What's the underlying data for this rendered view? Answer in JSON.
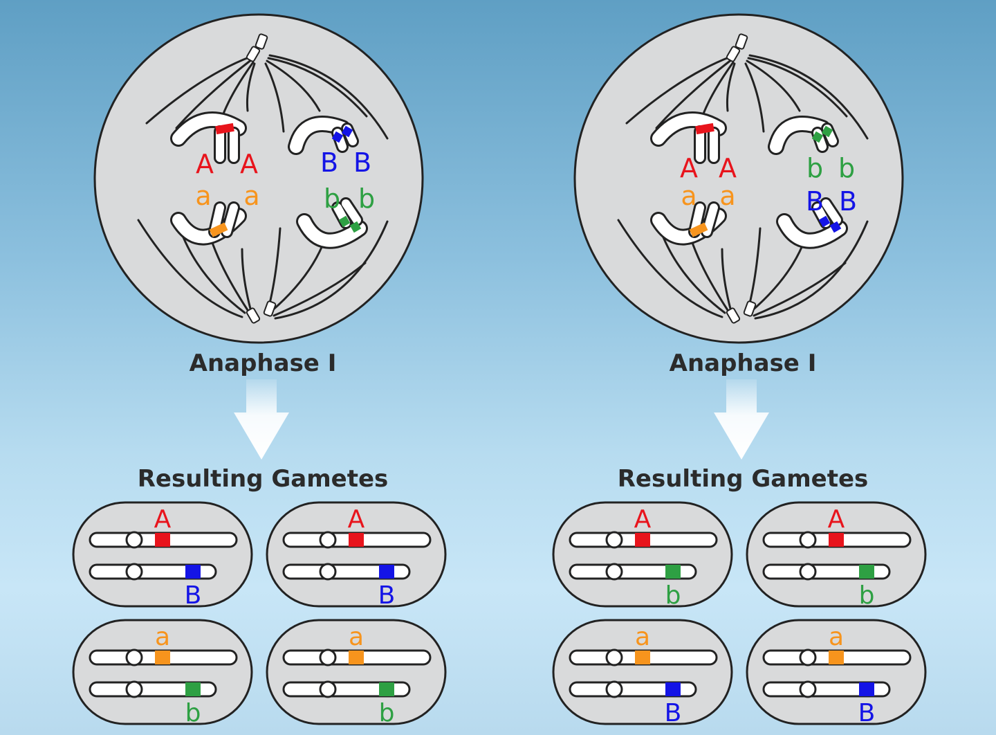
{
  "colors": {
    "A": "#e8141c",
    "a": "#f7941d",
    "B": "#1414e6",
    "b": "#2ea043",
    "cell": "#d9dadb",
    "outline": "#222222"
  },
  "panels": [
    {
      "stage_label": "Anaphase I",
      "gametes_title": "Resulting Gametes",
      "cell_labels": {
        "top_left": [
          "A",
          "A"
        ],
        "mid_left": [
          "a",
          "a"
        ],
        "top_right": [
          "B",
          "B"
        ],
        "mid_right": [
          "b",
          "b"
        ]
      },
      "gametes": [
        {
          "top": "A",
          "bottom": "B"
        },
        {
          "top": "A",
          "bottom": "B"
        },
        {
          "top": "a",
          "bottom": "b"
        },
        {
          "top": "a",
          "bottom": "b"
        }
      ]
    },
    {
      "stage_label": "Anaphase I",
      "gametes_title": "Resulting Gametes",
      "cell_labels": {
        "top_left": [
          "A",
          "A"
        ],
        "mid_left": [
          "a",
          "a"
        ],
        "top_right": [
          "b",
          "b"
        ],
        "mid_right": [
          "B",
          "B"
        ]
      },
      "gametes": [
        {
          "top": "A",
          "bottom": "b"
        },
        {
          "top": "A",
          "bottom": "b"
        },
        {
          "top": "a",
          "bottom": "B"
        },
        {
          "top": "a",
          "bottom": "B"
        }
      ]
    }
  ]
}
